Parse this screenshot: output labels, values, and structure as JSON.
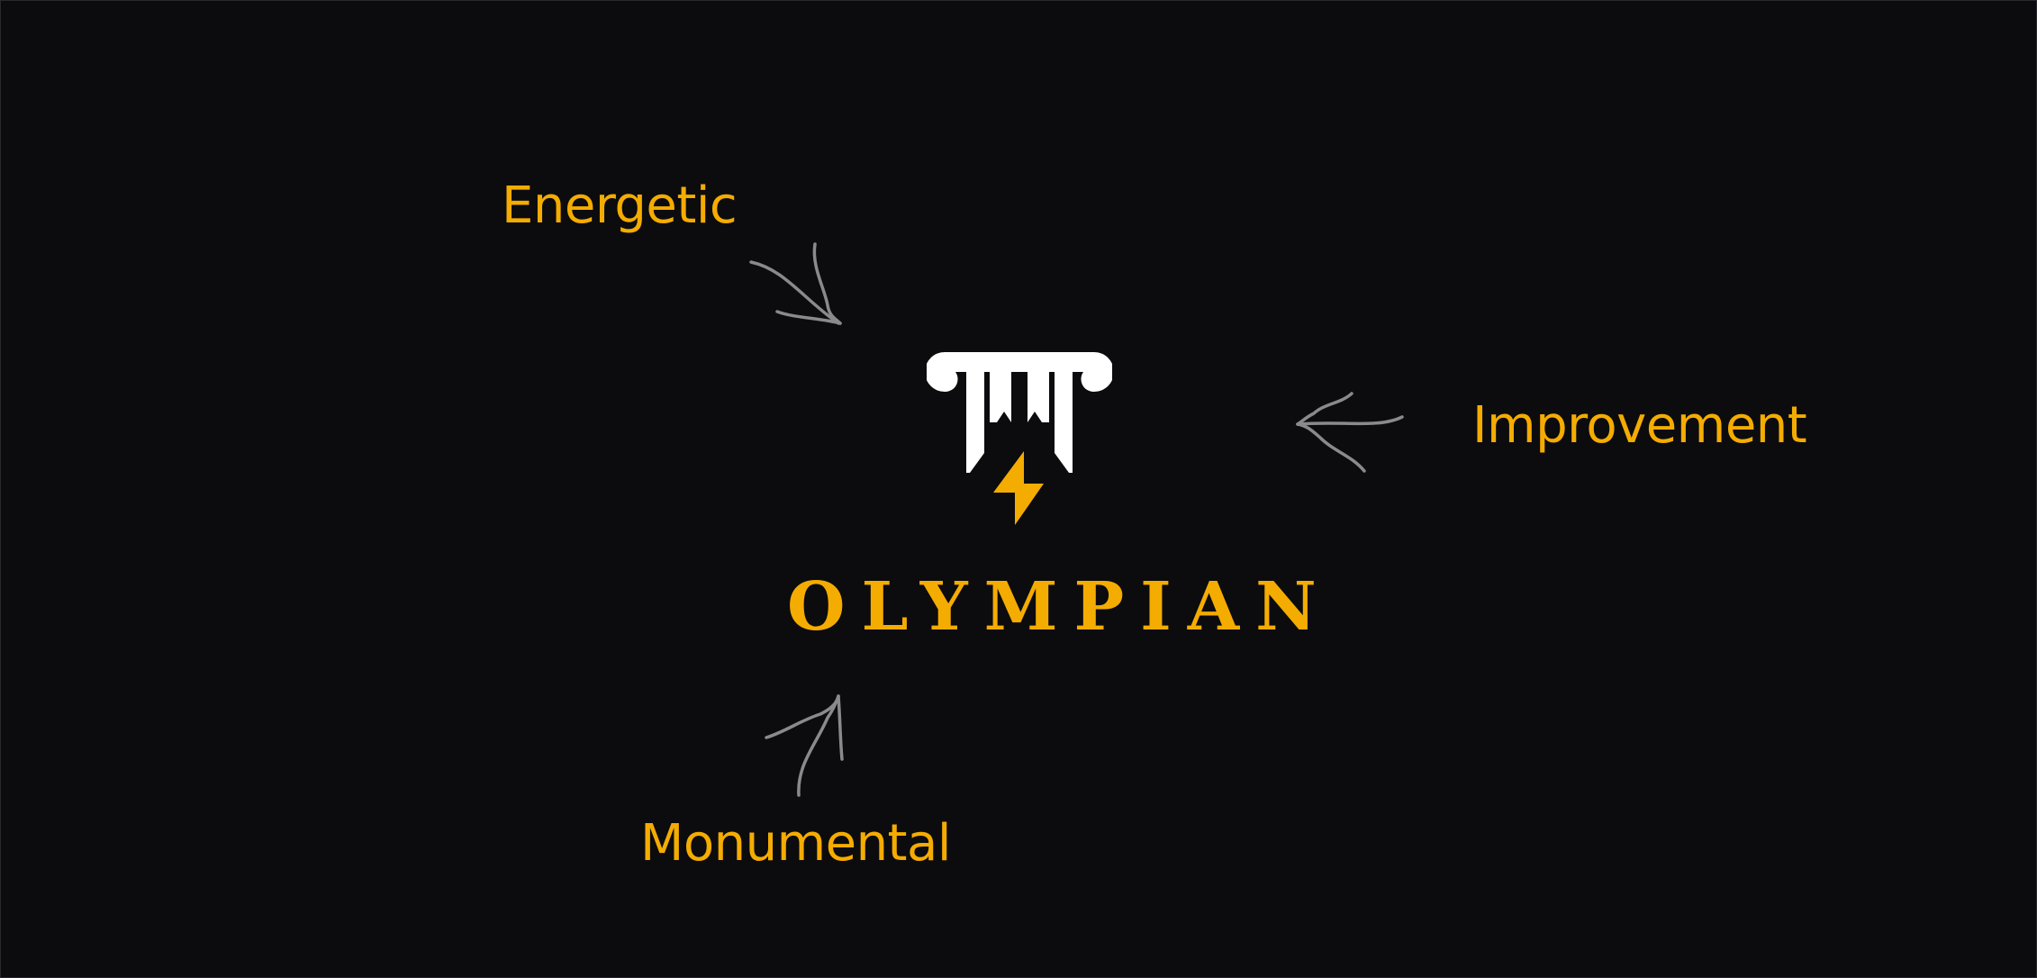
{
  "brand": {
    "name": "OLYMPIAN",
    "accent_color": "#f5ac00",
    "logo_color": "#ffffff",
    "arrow_color": "#8a8a8e",
    "background_color": "#0c0c0f"
  },
  "annotations": [
    {
      "label": "Energetic"
    },
    {
      "label": "Improvement"
    },
    {
      "label": "Monumental"
    }
  ],
  "icons": {
    "logo": "greek-column-lightning-icon",
    "arrows": "hand-drawn-arrow-icon"
  }
}
